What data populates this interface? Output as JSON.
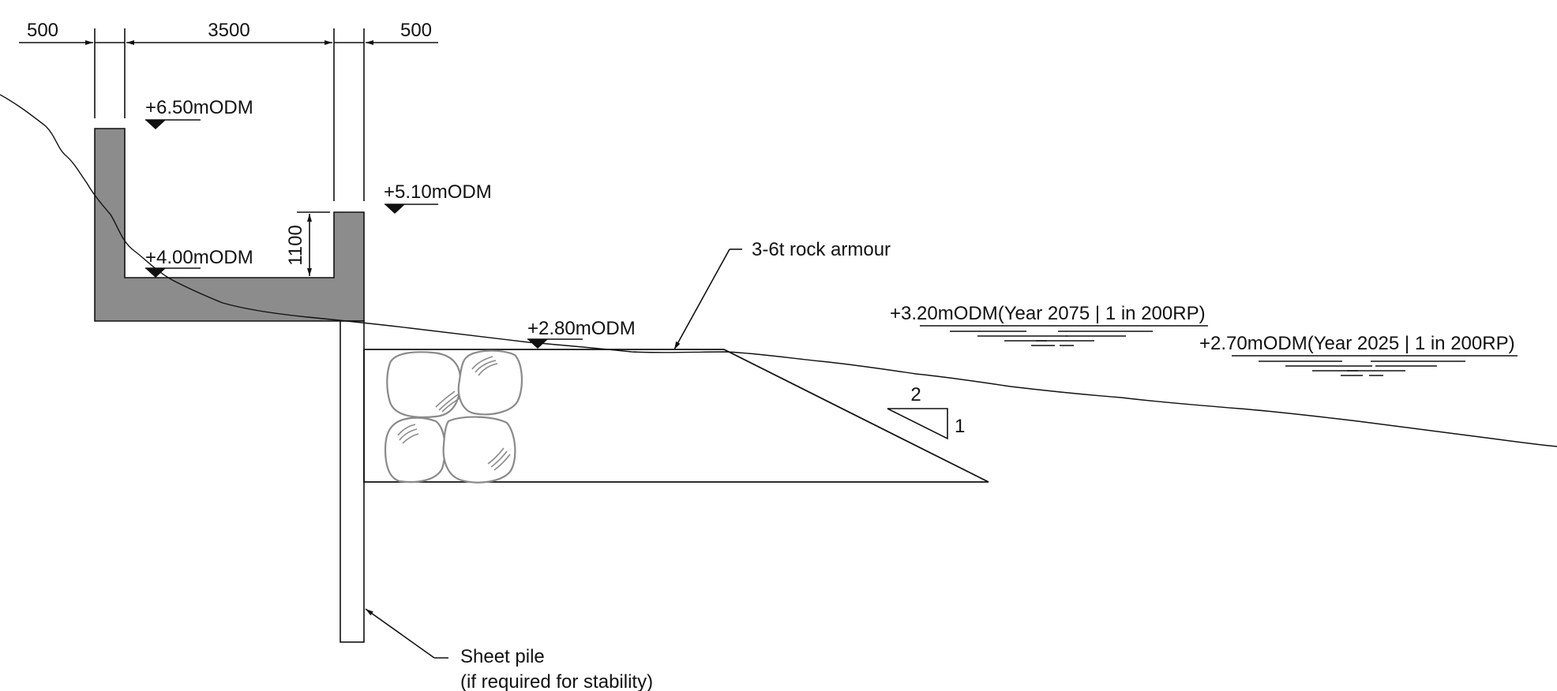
{
  "dimensions": {
    "left_wall": "500",
    "channel_width": "3500",
    "right_wall": "500",
    "inner_height": "1100"
  },
  "levels": {
    "top_left_wall": "+6.50mODM",
    "top_right_wall": "+5.10mODM",
    "channel_invert": "+4.00mODM",
    "rock_top": "+2.80mODM",
    "water_2075": "+3.20mODM(Year 2075 | 1 in 200RP)",
    "water_2025": "+2.70mODM(Year 2025 | 1 in 200RP)"
  },
  "annotations": {
    "rock_armour": "3-6t rock armour",
    "sheet_pile_line1": "Sheet pile",
    "sheet_pile_line2": "(if required for stability)"
  },
  "slope": {
    "horizontal": "2",
    "vertical": "1"
  },
  "colors": {
    "concrete_fill": "#8c8c8c",
    "rock_outline": "#8a8a8a",
    "line": "#111111"
  }
}
